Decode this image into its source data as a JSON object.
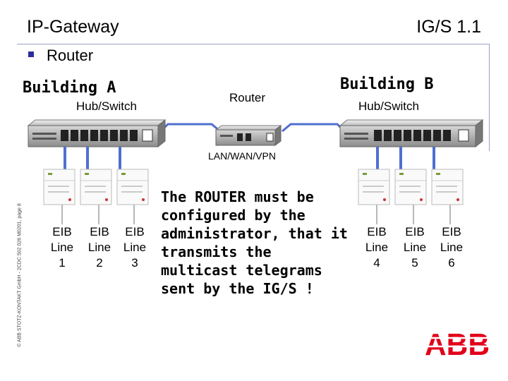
{
  "header": {
    "title": "IP-Gateway",
    "version": "IG/S 1.1"
  },
  "section": {
    "bullet_text": "Router"
  },
  "diagram": {
    "building_a": "Building A",
    "building_b": "Building B",
    "router_label": "Router",
    "hub_a_label": "Hub/Switch",
    "hub_b_label": "Hub/Switch",
    "network_label": "LAN/WAN/VPN",
    "lines": [
      {
        "label": "EIB\nLine\n1"
      },
      {
        "label": "EIB\nLine\n2"
      },
      {
        "label": "EIB\nLine\n3"
      },
      {
        "label": "EIB\nLine\n4"
      },
      {
        "label": "EIB\nLine\n5"
      },
      {
        "label": "EIB\nLine\n6"
      }
    ]
  },
  "message": "The ROUTER must be\nconfigured by the\nadministrator, that it\ntransmits the\nmulticast telegrams\nsent by the IG/S !",
  "footer": {
    "copyright": "© ABB STOTZ-KONTAKT GmbH - 2CDC 502 026 M0201, page 8",
    "logo_text": "ABB"
  },
  "colors": {
    "accent": "#2c2c9a",
    "logo_red": "#e2001a",
    "cable_blue": "#4f6fd0",
    "device_gray": "#a4a4a4"
  }
}
